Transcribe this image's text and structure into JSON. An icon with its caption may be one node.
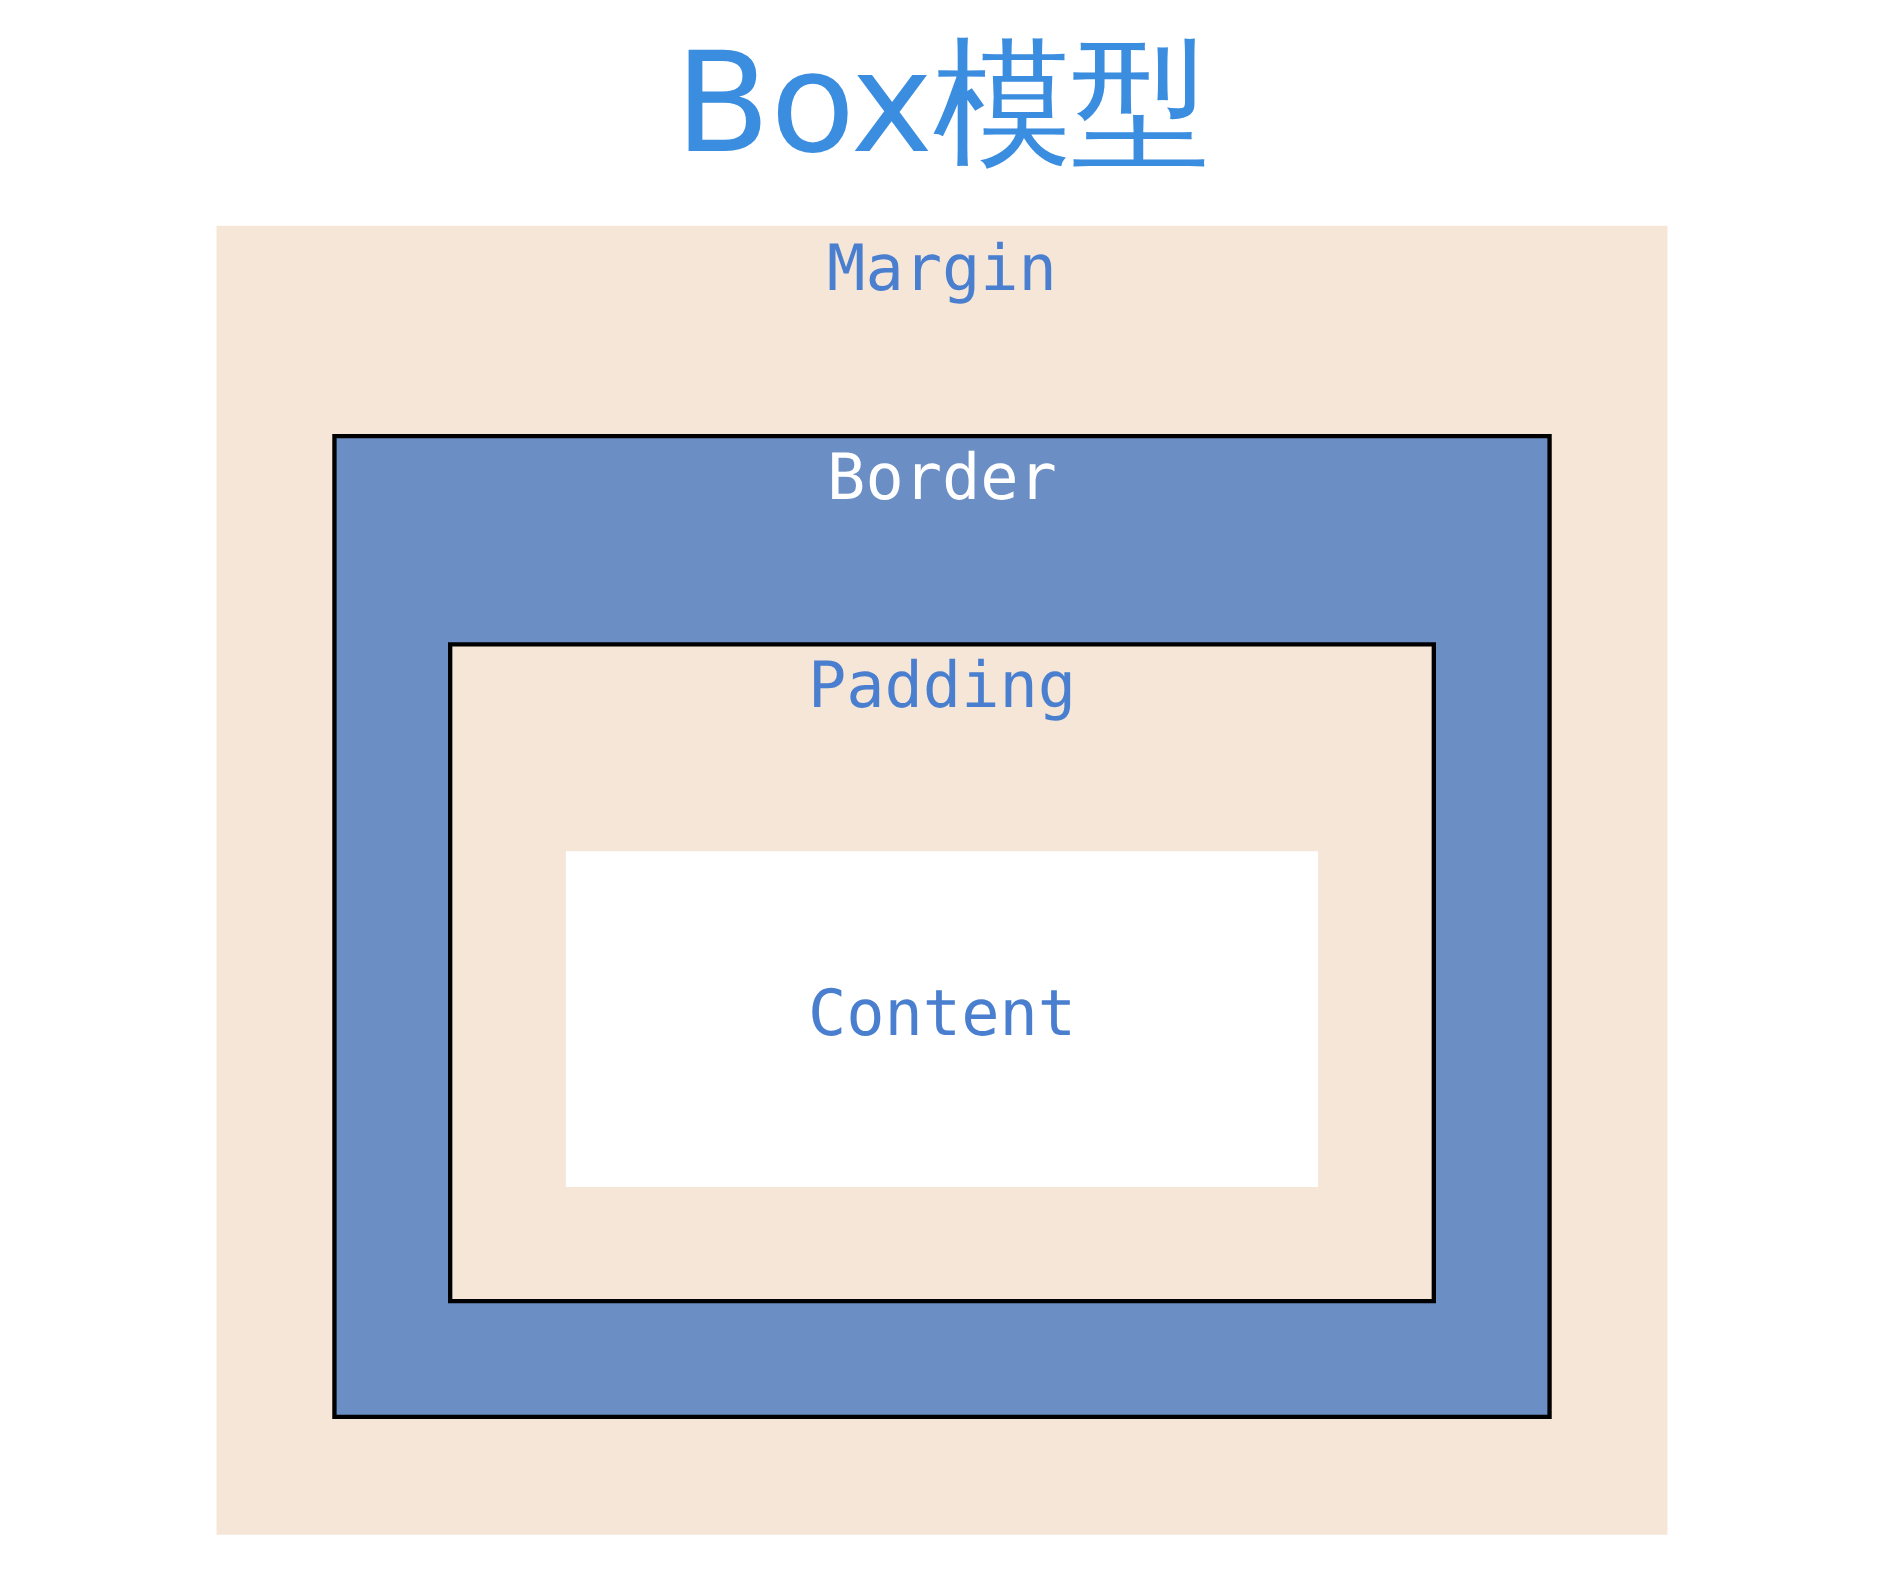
{
  "diagram": {
    "title": "Box模型",
    "nodes": [
      {
        "text": [
          "Margin"
        ]
      },
      {
        "text": [
          "Border"
        ],
        "in": 0
      },
      {
        "text": [
          "Padding"
        ],
        "in": 1
      },
      {
        "text": [
          "Content"
        ],
        "in": 2
      }
    ]
  }
}
